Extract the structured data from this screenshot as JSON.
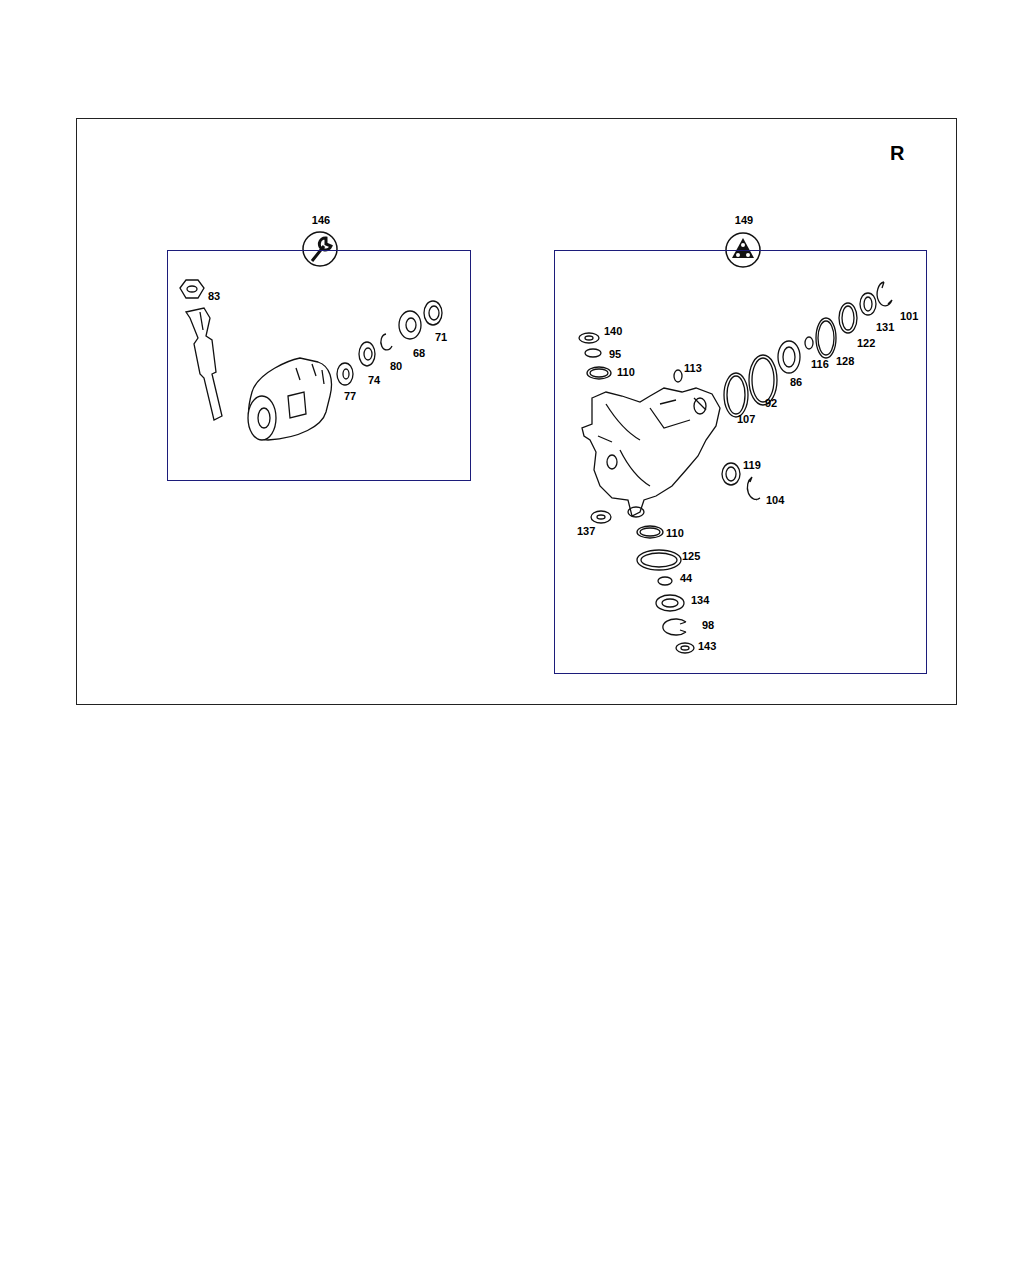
{
  "diagram": {
    "nodes": [
      {
        "text": [
          "R"
        ]
      },
      {
        "text": [
          "146"
        ],
        "in": 0
      },
      {
        "text": [
          "149"
        ],
        "in": 0
      }
    ],
    "labels": [
      "83",
      "71",
      "68",
      "80",
      "74",
      "77",
      "140",
      "95",
      "110",
      "113",
      "107",
      "92",
      "86",
      "116",
      "128",
      "122",
      "131",
      "101",
      "119",
      "104",
      "137",
      "110",
      "125",
      "44",
      "134",
      "98",
      "143"
    ]
  }
}
